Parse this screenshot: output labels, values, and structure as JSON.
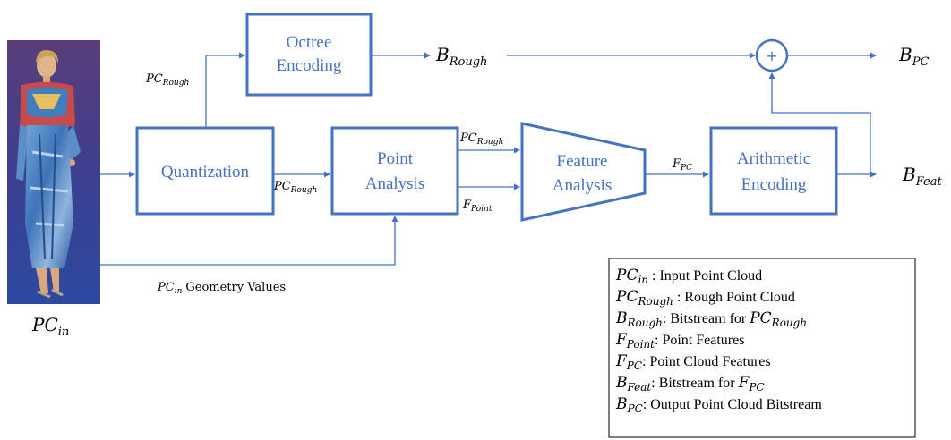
{
  "boxes": {
    "octree": [
      "Octree",
      "Encoding"
    ],
    "quantization": [
      "Quantization"
    ],
    "point_analysis": [
      "Point",
      "Analysis"
    ],
    "feature_analysis": [
      "Feature",
      "Analysis"
    ],
    "arithmetic": [
      "Arithmetic",
      "Encoding"
    ]
  },
  "adder_symbol": "+",
  "labels": {
    "pc_in": {
      "base": "PC",
      "sub": "in"
    },
    "pc_rough": {
      "base": "PC",
      "sub": "Rough"
    },
    "b_rough": {
      "base": "B",
      "sub": "Rough"
    },
    "b_pc": {
      "base": "B",
      "sub": "PC"
    },
    "b_feat": {
      "base": "B",
      "sub": "Feat"
    },
    "f_pc": {
      "base": "F",
      "sub": "PC"
    },
    "f_point": {
      "base": "F",
      "sub": "Point"
    },
    "geometry_values": "Geometry Values"
  },
  "legend": [
    {
      "base": "PC",
      "sub": "in",
      "text": " : Input Point Cloud",
      "base2": "",
      "sub2": ""
    },
    {
      "base": "PC",
      "sub": "Rough",
      "text": " : Rough Point Cloud",
      "base2": "",
      "sub2": ""
    },
    {
      "base": "B",
      "sub": "Rough",
      "text": ": Bitstream for ",
      "base2": "PC",
      "sub2": "Rough"
    },
    {
      "base": "F",
      "sub": "Point",
      "text": ": Point Features",
      "base2": "",
      "sub2": ""
    },
    {
      "base": "F",
      "sub": "PC",
      "text": ": Point Cloud Features",
      "base2": "",
      "sub2": ""
    },
    {
      "base": "B",
      "sub": "Feat",
      "text": ": Bitstream for ",
      "base2": "F",
      "sub2": "PC"
    },
    {
      "base": "B",
      "sub": "PC",
      "text": ": Output Point Cloud Bitstream",
      "base2": "",
      "sub2": ""
    }
  ],
  "colors": {
    "box": "#4472c4",
    "arrow": "#4472c4",
    "legend_border": "#000000"
  },
  "image": {
    "description_icon": "person-point-cloud"
  }
}
